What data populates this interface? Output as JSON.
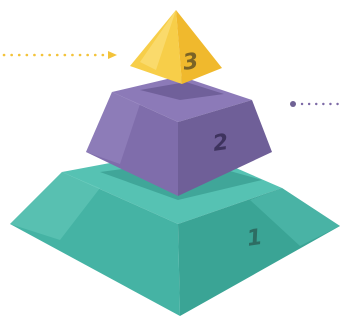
{
  "diagram": {
    "tiers": [
      {
        "label": "1",
        "color": "#3fb4a4"
      },
      {
        "label": "2",
        "color": "#7d6aa6"
      },
      {
        "label": "3",
        "color": "#f3c33a"
      }
    ],
    "pointers": [
      {
        "side": "left",
        "target": "tier-3",
        "color": "#f3c33a"
      },
      {
        "side": "right",
        "target": "tier-2",
        "color": "#6f6294"
      }
    ]
  }
}
